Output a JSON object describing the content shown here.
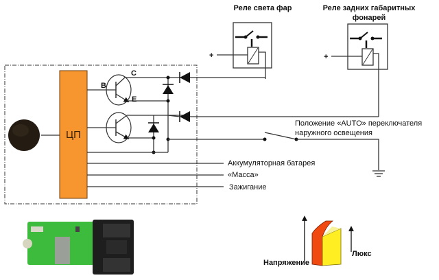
{
  "relays": [
    {
      "title": "Реле света фар",
      "plus": "+"
    },
    {
      "title_line1": "Реле задних габаритных",
      "title_line2": "фонарей",
      "plus": "+"
    }
  ],
  "cpu": {
    "label": "ЦП",
    "color": "#f7962f"
  },
  "transistor": {
    "base": "B",
    "collector": "C",
    "emitter": "E"
  },
  "labels": {
    "auto_line1": "Положение «AUTO» переключателя",
    "auto_line2": "наружного освещения",
    "battery": "Аккумуляторная батарея",
    "ground": "«Масса»",
    "ignition": "Зажигание"
  },
  "graph": {
    "voltage": "Напряжение",
    "lux": "Люкс",
    "voltage_color": "#f04a10",
    "lux_color": "#ffee22"
  }
}
